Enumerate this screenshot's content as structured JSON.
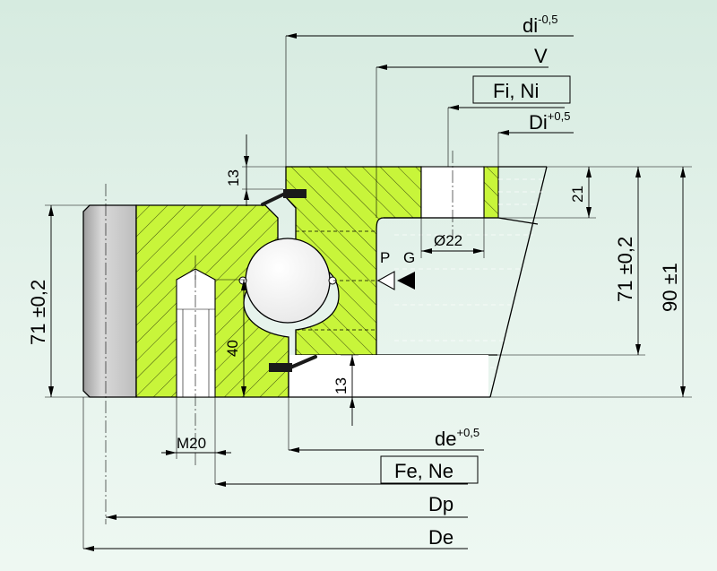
{
  "labels": {
    "di": "di",
    "di_tol": "-0,5",
    "V": "V",
    "Fi_Ni": "Fi, Ni",
    "Di": "Di",
    "Di_tol": "+0,5",
    "de": "de",
    "de_tol": "+0,5",
    "Fe_Ne": "Fe, Ne",
    "Dp": "Dp",
    "De": "De",
    "dim_13_top": "13",
    "dim_13_bottom": "13",
    "dim_21": "21",
    "dim_40": "40",
    "dim_71_left": "71 ±0,2",
    "dim_71_right": "71 ±0,2",
    "dim_90": "90 ±1",
    "hole_dia": "Ø22",
    "thread": "M20",
    "P": "P",
    "G": "G"
  },
  "colors": {
    "background": "#dcefe4",
    "section_fill": "#c8f53a",
    "grey_ring": "#c4c4c4",
    "ball_fill": "#ffffff",
    "seal": "#1a1a1a"
  }
}
